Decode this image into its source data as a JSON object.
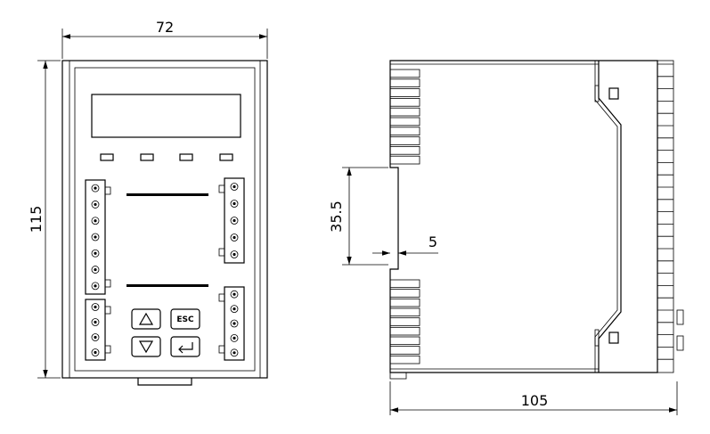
{
  "dimensions": {
    "front_width": "72",
    "front_height": "115",
    "side_depth": "105",
    "rail_height": "35.5",
    "rail_gap": "5"
  },
  "keypad": {
    "esc_label": "ESC"
  },
  "front_panel": {
    "led_count": 4
  }
}
